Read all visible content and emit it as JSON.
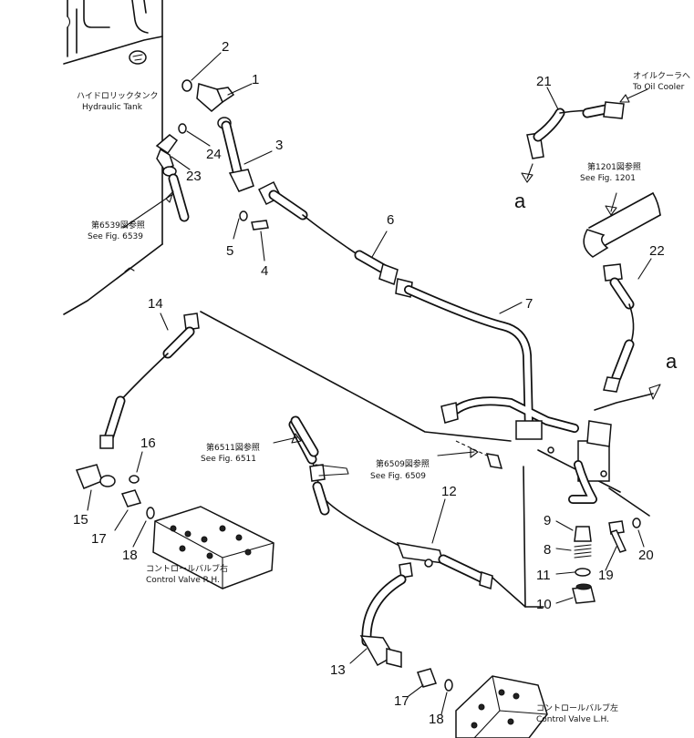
{
  "parts": [
    {
      "id": "1"
    },
    {
      "id": "2"
    },
    {
      "id": "3"
    },
    {
      "id": "4"
    },
    {
      "id": "5"
    },
    {
      "id": "6"
    },
    {
      "id": "7"
    },
    {
      "id": "8"
    },
    {
      "id": "9"
    },
    {
      "id": "10"
    },
    {
      "id": "11"
    },
    {
      "id": "12"
    },
    {
      "id": "13"
    },
    {
      "id": "14"
    },
    {
      "id": "15"
    },
    {
      "id": "16"
    },
    {
      "id": "17"
    },
    {
      "id": "18"
    },
    {
      "id": "19"
    },
    {
      "id": "20"
    },
    {
      "id": "21"
    },
    {
      "id": "22"
    },
    {
      "id": "23"
    },
    {
      "id": "24"
    }
  ],
  "labels": {
    "hydraulic_tank_jp": "ハイドロリックタンク",
    "hydraulic_tank_en": "Hydraulic Tank",
    "oil_cooler_jp": "オイルクーラへ",
    "oil_cooler_en": "To Oil Cooler",
    "fig1201_jp": "第1201図参照",
    "fig1201_en": "See Fig. 1201",
    "fig6539_jp": "第6539図参照",
    "fig6539_en": "See Fig. 6539",
    "fig6511_jp": "第6511図参照",
    "fig6511_en": "See Fig. 6511",
    "fig6509_jp": "第6509図参照",
    "fig6509_en": "See Fig. 6509",
    "cv_rh_jp": "コントロールバルブ右",
    "cv_rh_en": "Control Valve R.H.",
    "cv_lh_jp": "コントロールバルブ左",
    "cv_lh_en": "Control Valve L.H.",
    "ref_a": "a"
  }
}
